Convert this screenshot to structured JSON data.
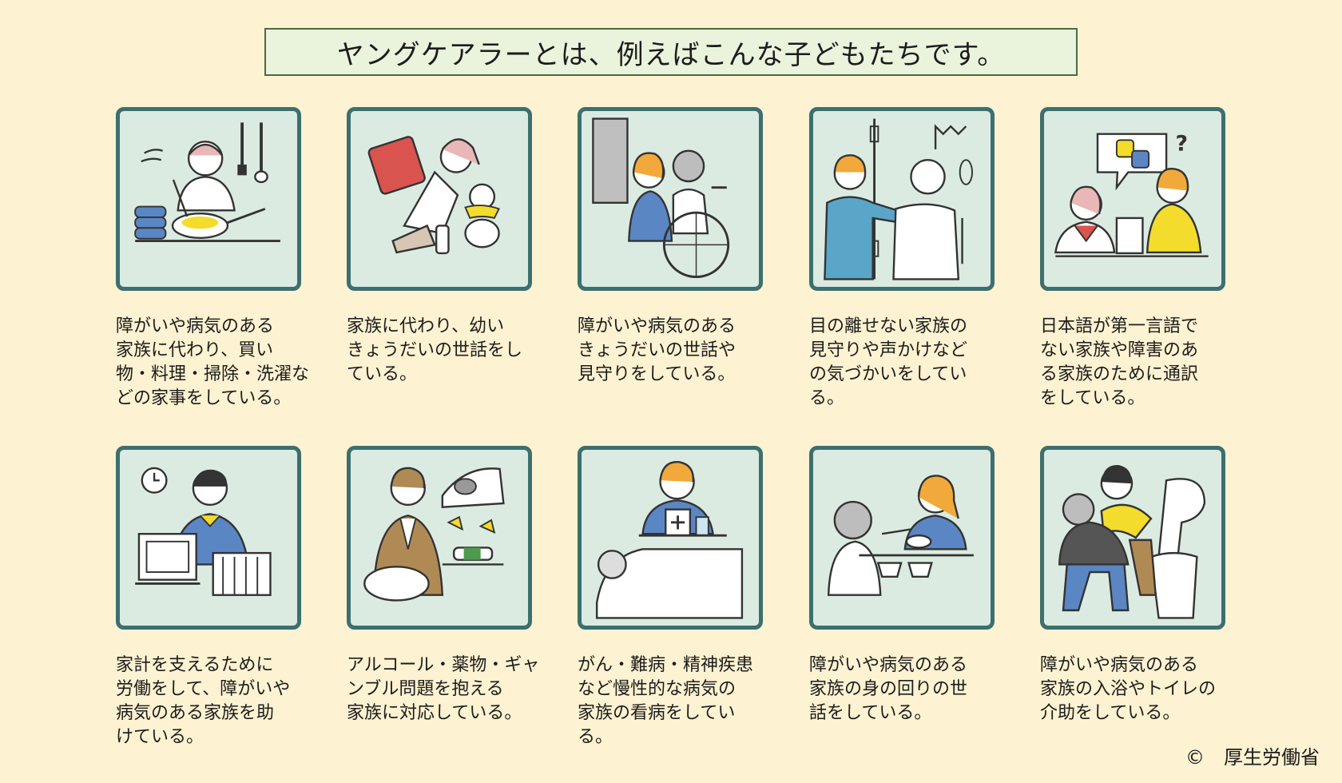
{
  "title": "ヤングケアラーとは、例えばこんな子どもたちです。",
  "cards": [
    {
      "icon": "cooking-icon",
      "caption": "障がいや病気のある\n家族に代わり、買い\n物・料理・掃除・洗濯な\nどの家事をしている。"
    },
    {
      "icon": "babysitting-icon",
      "caption": "家族に代わり、幼い\nきょうだいの世話をし\nている。"
    },
    {
      "icon": "wheelchair-care-icon",
      "caption": "障がいや病気のある\nきょうだいの世話や\n見守りをしている。"
    },
    {
      "icon": "watching-over-icon",
      "caption": "目の離せない家族の\n見守りや声かけなど\nの気づかいをしてい\nる。"
    },
    {
      "icon": "interpreting-icon",
      "caption": "日本語が第一言語で\nない家族や障害のあ\nる家族のために通訳\nをしている。"
    },
    {
      "icon": "part-time-work-icon",
      "caption": "家計を支えるために\n労働をして、障がいや\n病気のある家族を助\nけている。"
    },
    {
      "icon": "alcohol-problem-icon",
      "caption": "アルコール・薬物・ギャ\nンブル問題を抱える\n家族に対応している。"
    },
    {
      "icon": "nursing-icon",
      "caption": "がん・難病・精神疾患\nなど慢性的な病気の\n家族の看病をしてい\nる。"
    },
    {
      "icon": "feeding-icon",
      "caption": "障がいや病気のある\n家族の身の回りの世\n話をしている。"
    },
    {
      "icon": "toilet-assist-icon",
      "caption": "障がいや病気のある\n家族の入浴やトイレの\n介助をしている。"
    }
  ],
  "copyright": "©　厚生労働省"
}
